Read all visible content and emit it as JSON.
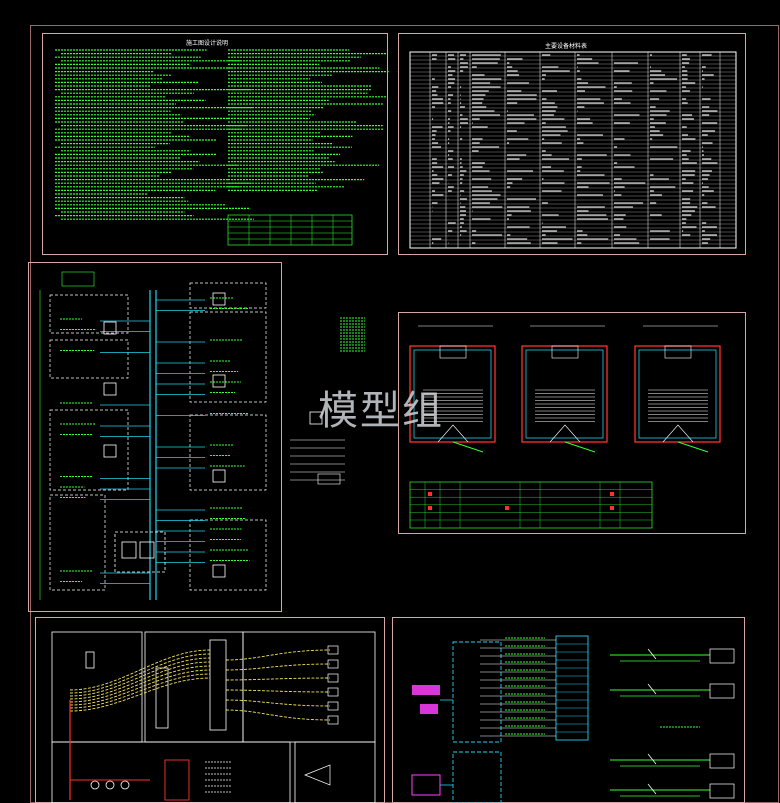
{
  "watermark": "模型组",
  "sheets": {
    "design_notes": {
      "title": "施工图设计说明"
    },
    "equipment_table": {
      "title": "主要设备材料表"
    }
  },
  "colors": {
    "background": "#000000",
    "frame": "#d6a5a5",
    "inner_frame": "#b86a6a",
    "text_green": "#33ff33",
    "cyan": "#22d3ee",
    "yellow": "#f5e35a",
    "red": "#ff3030",
    "magenta": "#ff40ff",
    "white": "#ffffff"
  }
}
